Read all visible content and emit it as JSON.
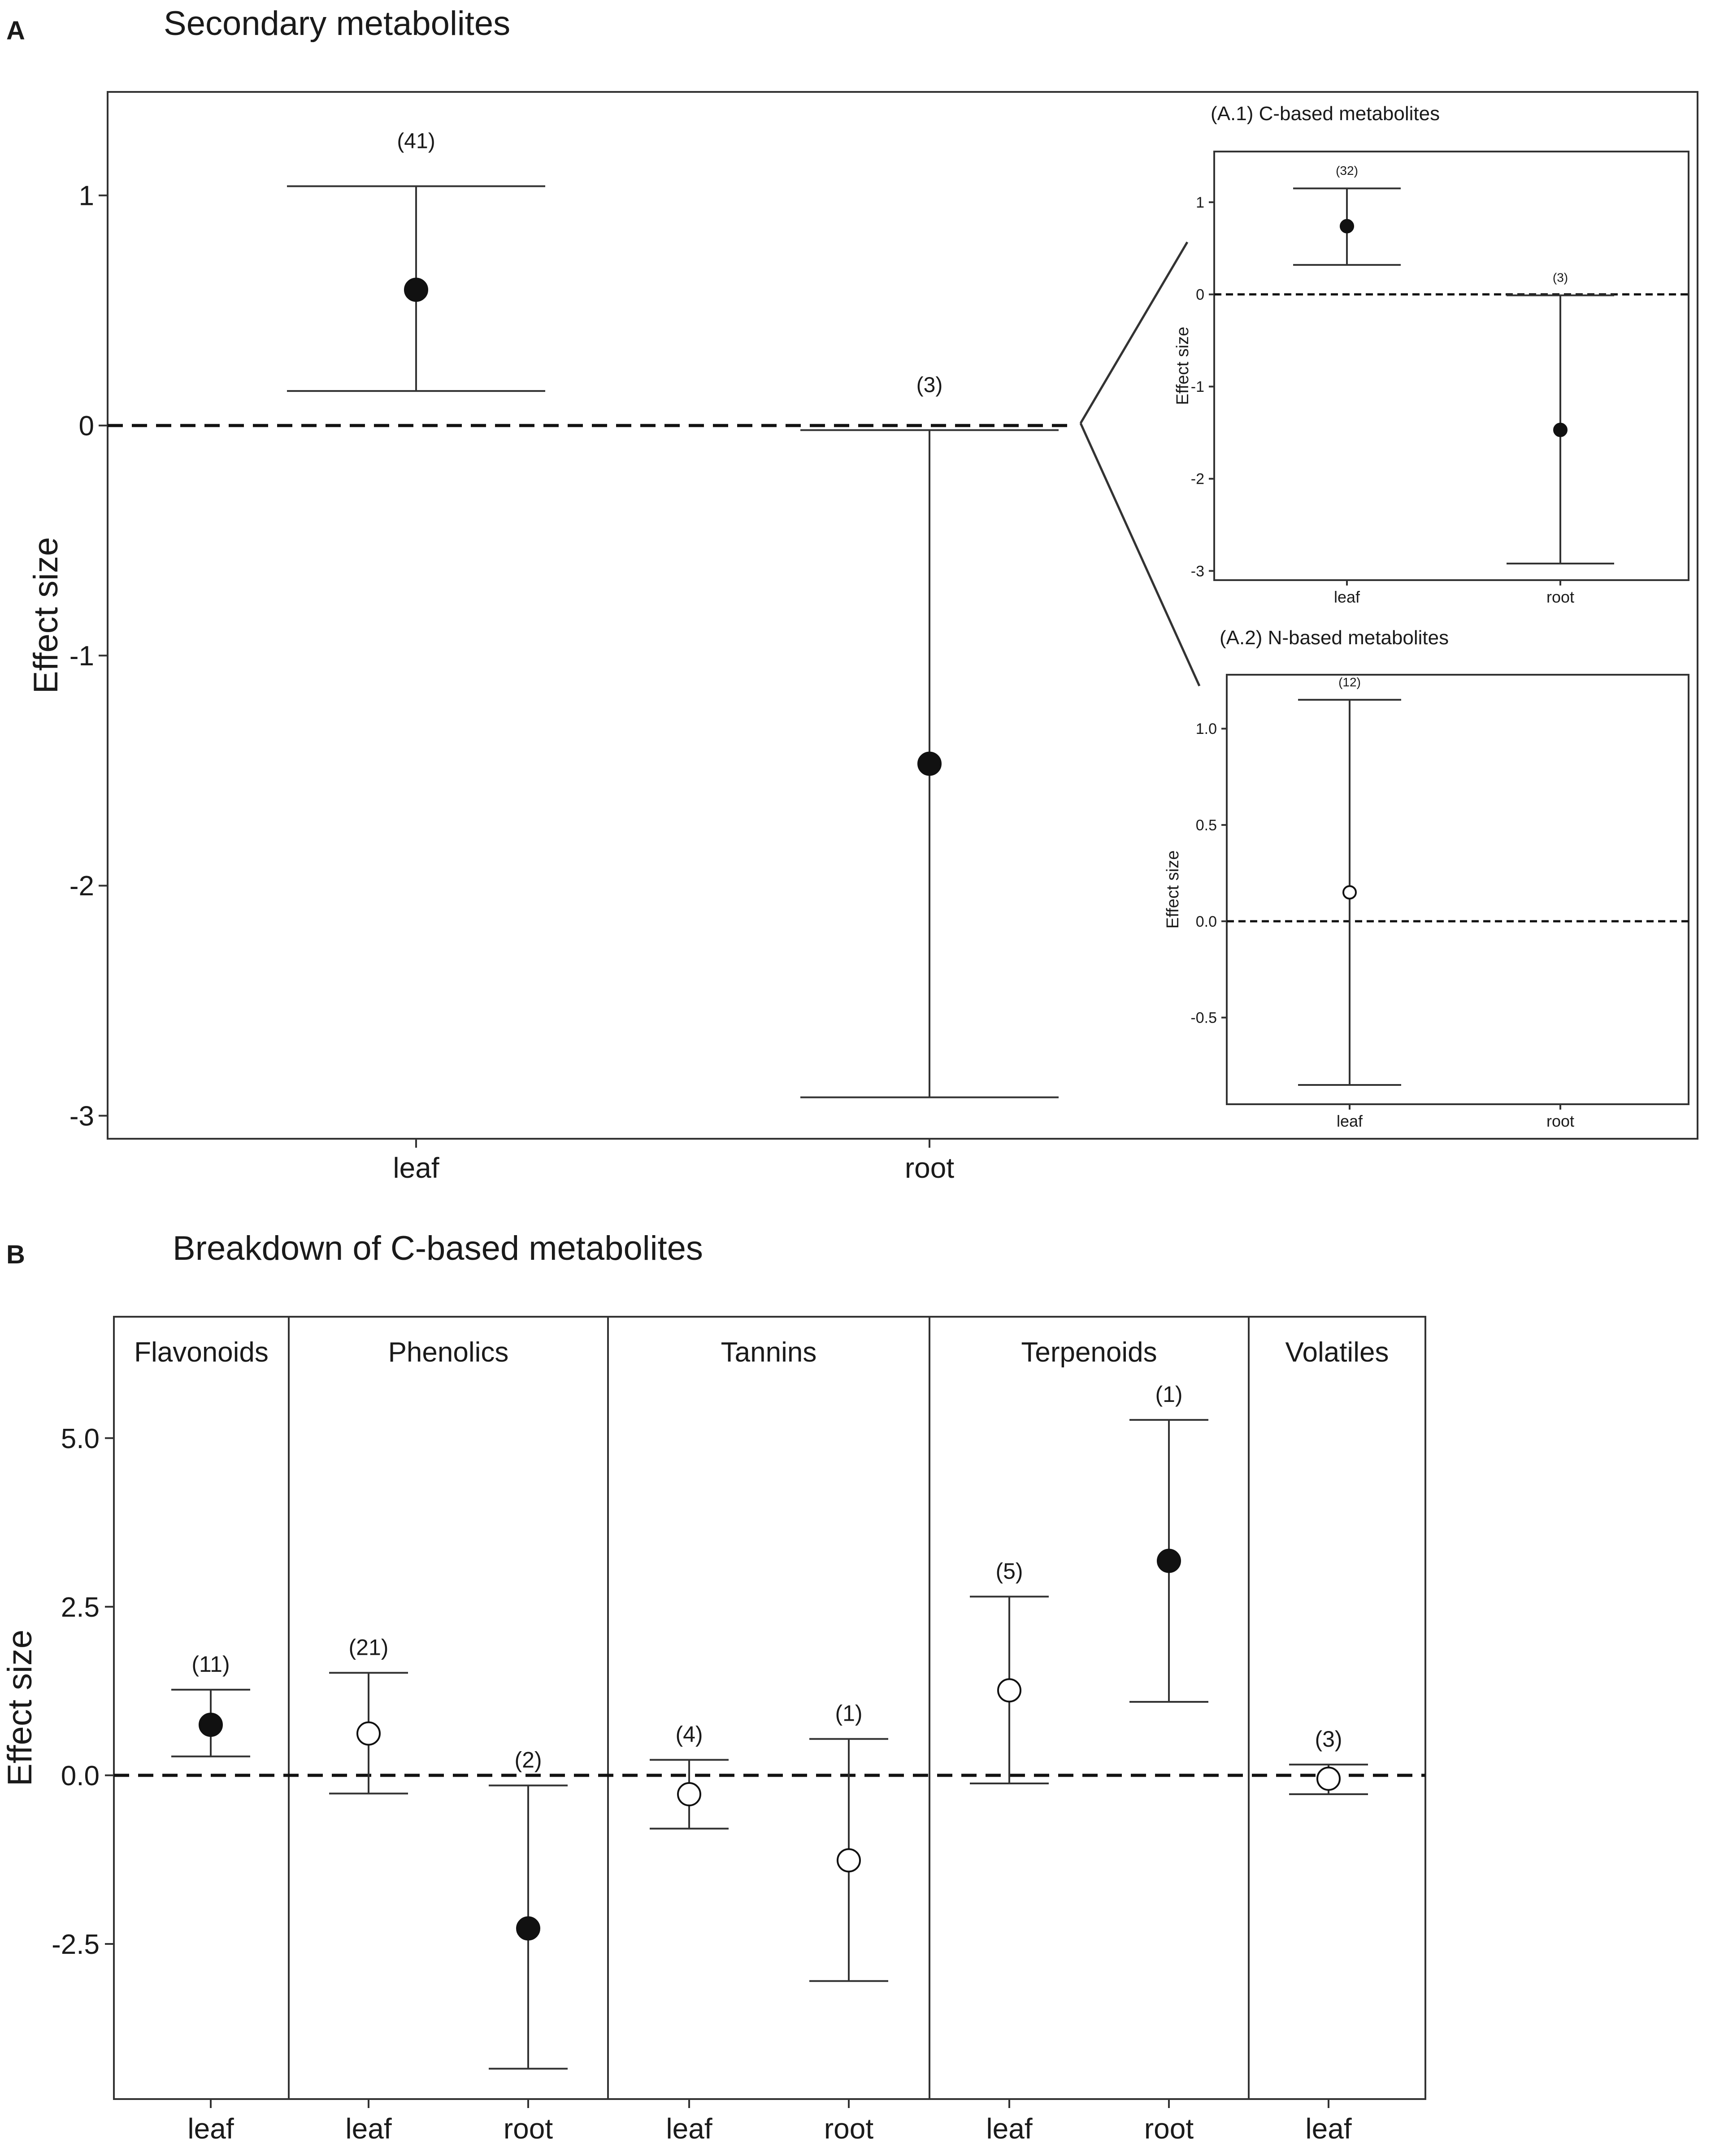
{
  "chart_data": [
    {
      "id": "A",
      "type": "errorbar",
      "panel_label": "A",
      "title": "Secondary metabolites",
      "ylabel": "Effect size",
      "categories": [
        "leaf",
        "root"
      ],
      "ylim": [
        -3.1,
        1.45
      ],
      "yticks": [
        1,
        0,
        -1,
        -2,
        -3
      ],
      "ytick_labels": [
        "1",
        "0",
        "-1",
        "-2",
        "-3"
      ],
      "reference_line": 0,
      "points": [
        {
          "category": "leaf",
          "mean": 0.59,
          "lower": 0.15,
          "upper": 1.04,
          "n_label": "(41)",
          "filled": true
        },
        {
          "category": "root",
          "mean": -1.47,
          "lower": -2.92,
          "upper": -0.02,
          "n_label": "(3)",
          "filled": true
        }
      ]
    },
    {
      "id": "A1",
      "type": "errorbar",
      "title": "(A.1) C-based metabolites",
      "ylabel": "Effect size",
      "categories": [
        "leaf",
        "root"
      ],
      "ylim": [
        -3.1,
        1.55
      ],
      "yticks": [
        1,
        0,
        -1,
        -2,
        -3
      ],
      "ytick_labels": [
        "1",
        "0",
        "-1",
        "-2",
        "-3"
      ],
      "reference_line": 0,
      "points": [
        {
          "category": "leaf",
          "mean": 0.74,
          "lower": 0.32,
          "upper": 1.15,
          "n_label": "(32)",
          "filled": true
        },
        {
          "category": "root",
          "mean": -1.47,
          "lower": -2.92,
          "upper": -0.01,
          "n_label": "(3)",
          "filled": true
        }
      ]
    },
    {
      "id": "A2",
      "type": "errorbar",
      "title": "(A.2) N-based metabolites",
      "ylabel": "Effect size",
      "categories": [
        "leaf",
        "root"
      ],
      "ylim": [
        -0.95,
        1.28
      ],
      "yticks": [
        1.0,
        0.5,
        0.0,
        -0.5
      ],
      "ytick_labels": [
        "1.0",
        "0.5",
        "0.0",
        "-0.5"
      ],
      "reference_line": 0,
      "points": [
        {
          "category": "leaf",
          "mean": 0.15,
          "lower": -0.85,
          "upper": 1.15,
          "n_label": "(12)",
          "filled": false
        }
      ]
    },
    {
      "id": "B",
      "type": "errorbar",
      "panel_label": "B",
      "title": "Breakdown of C-based metabolites",
      "ylabel": "Effect size",
      "ylim": [
        -4.8,
        6.8
      ],
      "yticks": [
        5.0,
        2.5,
        0.0,
        -2.5
      ],
      "ytick_labels": [
        "5.0",
        "2.5",
        "0.0",
        "-2.5"
      ],
      "reference_line": 0,
      "facets": [
        {
          "name": "Flavonoids",
          "points": [
            {
              "category": "leaf",
              "mean": 0.75,
              "lower": 0.28,
              "upper": 1.27,
              "n_label": "(11)",
              "filled": true
            }
          ]
        },
        {
          "name": "Phenolics",
          "points": [
            {
              "category": "leaf",
              "mean": 0.62,
              "lower": -0.27,
              "upper": 1.52,
              "n_label": "(21)",
              "filled": false
            },
            {
              "category": "root",
              "mean": -2.27,
              "lower": -4.35,
              "upper": -0.15,
              "n_label": "(2)",
              "filled": true
            }
          ]
        },
        {
          "name": "Tannins",
          "points": [
            {
              "category": "leaf",
              "mean": -0.28,
              "lower": -0.79,
              "upper": 0.23,
              "n_label": "(4)",
              "filled": false
            },
            {
              "category": "root",
              "mean": -1.26,
              "lower": -3.05,
              "upper": 0.54,
              "n_label": "(1)",
              "filled": false
            }
          ]
        },
        {
          "name": "Terpenoids",
          "points": [
            {
              "category": "leaf",
              "mean": 1.26,
              "lower": -0.12,
              "upper": 2.65,
              "n_label": "(5)",
              "filled": false
            },
            {
              "category": "root",
              "mean": 3.18,
              "lower": 1.09,
              "upper": 5.27,
              "n_label": "(1)",
              "filled": true
            }
          ]
        },
        {
          "name": "Volatiles",
          "points": [
            {
              "category": "leaf",
              "mean": -0.05,
              "lower": -0.28,
              "upper": 0.16,
              "n_label": "(3)",
              "filled": false
            }
          ]
        }
      ]
    }
  ]
}
